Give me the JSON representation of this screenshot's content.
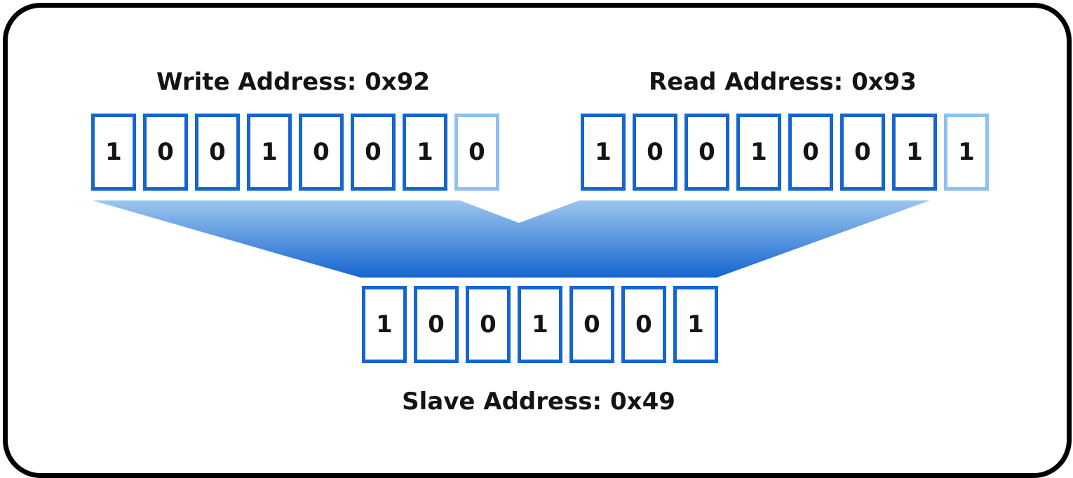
{
  "diagram": {
    "write": {
      "title": "Write Address: 0x92",
      "bits": [
        "1",
        "0",
        "0",
        "1",
        "0",
        "0",
        "1",
        "0"
      ]
    },
    "read": {
      "title": "Read Address: 0x93",
      "bits": [
        "1",
        "0",
        "0",
        "1",
        "0",
        "0",
        "1",
        "1"
      ]
    },
    "slave": {
      "title": "Slave Address: 0x49",
      "bits": [
        "1",
        "0",
        "0",
        "1",
        "0",
        "0",
        "1"
      ]
    },
    "colors": {
      "bit_border": "#1565d0",
      "rw_bit_border": "#8ec0f0",
      "funnel_top": "#9cc6ee",
      "funnel_bottom": "#1565d0"
    }
  }
}
